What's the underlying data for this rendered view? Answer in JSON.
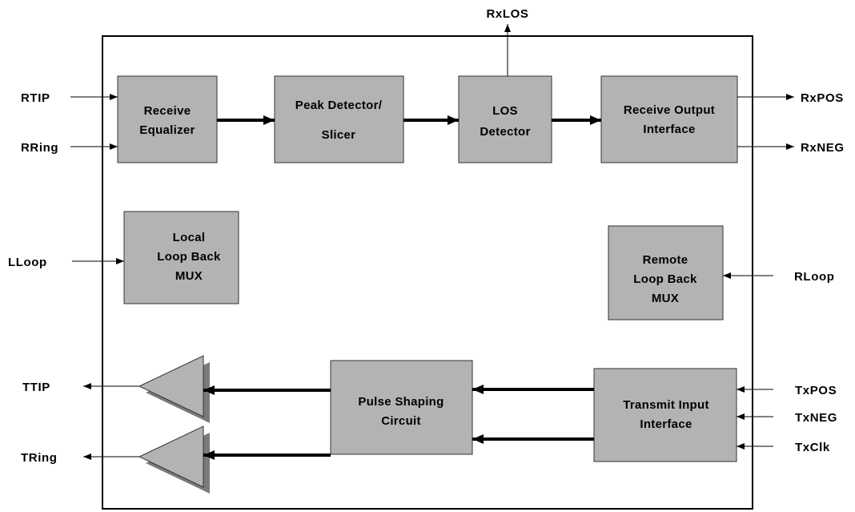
{
  "blocks": {
    "receive_equalizer": [
      "Receive",
      "Equalizer"
    ],
    "peak_detector": [
      "Peak Detector/",
      "Slicer"
    ],
    "los_detector": [
      "LOS",
      "Detector"
    ],
    "receive_output": [
      "Receive Output",
      "Interface"
    ],
    "local_loopback": [
      "Local",
      "Loop Back",
      "MUX"
    ],
    "remote_loopback": [
      "Remote",
      "Loop Back",
      "MUX"
    ],
    "pulse_shaping": [
      "Pulse Shaping",
      "Circuit"
    ],
    "transmit_input": [
      "Transmit Input",
      "Interface"
    ]
  },
  "pins": {
    "rtip": "RTIP",
    "rring": "RRing",
    "rxlos": "RxLOS",
    "rxpos": "RxPOS",
    "rxneg": "RxNEG",
    "lloop": "LLoop",
    "rloop": "RLoop",
    "ttip": "TTIP",
    "tring": "TRing",
    "txpos": "TxPOS",
    "txneg": "TxNEG",
    "txclk": "TxClk"
  }
}
